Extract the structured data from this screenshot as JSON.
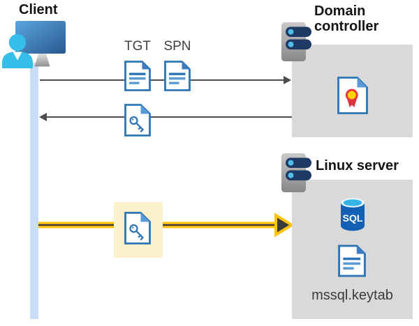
{
  "diagram": {
    "client": {
      "label": "Client"
    },
    "domain_controller": {
      "label": "Domain controller"
    },
    "linux_server": {
      "label": "Linux server"
    },
    "tickets": {
      "tgt_label": "TGT",
      "spn_label": "SPN"
    },
    "keytab_label": "mssql.keytab",
    "sql_label": "SQL",
    "flows": [
      {
        "from": "client",
        "to": "domain_controller",
        "direction": "right",
        "style": "gray-arrow",
        "items": [
          "TGT",
          "SPN"
        ]
      },
      {
        "from": "domain_controller",
        "to": "client",
        "direction": "left",
        "style": "gray-arrow",
        "items": [
          "key-ticket"
        ]
      },
      {
        "from": "client",
        "to": "linux_server",
        "direction": "right",
        "style": "yellow-highlight-arrow",
        "items": [
          "key-ticket"
        ]
      }
    ],
    "icons": {
      "client": "user-workstation-icon",
      "domain_controller": "server-icon",
      "linux_server": "server-icon",
      "tgt": "document-icon",
      "spn": "document-icon",
      "ticket": "key-document-icon",
      "certificate": "certificate-icon",
      "sql": "sql-database-icon",
      "keytab": "document-icon"
    },
    "colors": {
      "highlight_yellow": "#ffc20e",
      "highlight_box_fill": "#fbf2cc",
      "panel_gray": "#d9d9d9",
      "doc_blue": "#2e75b6",
      "doc_blue_light": "#5b9bd5",
      "lifeline_blue": "#c9ddf8",
      "arrow_gray": "#4d4d4d",
      "sql_body_blue": "#1261b4",
      "sql_top_cyan": "#35b5e5",
      "person_cyan": "#35beea",
      "cert_red": "#e8373e",
      "cert_yellow": "#ffd400"
    }
  }
}
